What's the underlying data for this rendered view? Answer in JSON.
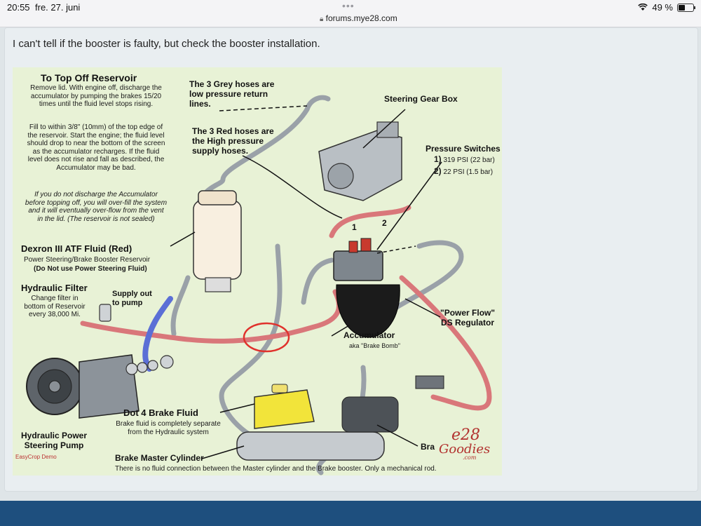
{
  "status_bar": {
    "time": "20:55",
    "date": "fre. 27. juni",
    "dots": "•••",
    "url": "forums.mye28.com",
    "battery_text": "49 %",
    "battery_level": 0.49
  },
  "post": {
    "text": "I can't tell if the booster is faulty, but check the booster installation."
  },
  "figure": {
    "reservoir_title": "To Top Off Reservoir",
    "reservoir_p1": [
      "Remove lid. With engine off, discharge the",
      "accumulator by pumping the brakes 15/20",
      "times until the fluid level stops rising."
    ],
    "reservoir_p2": [
      "Fill to within 3/8\" (10mm) of the top edge of",
      "the reservoir. Start the engine; the fluid level",
      "should drop to near the bottom of the screen",
      "as the accumulator recharges. If the fluid",
      "level does not rise and fall as described, the",
      "Accumulator may be bad."
    ],
    "reservoir_p3": [
      "If you do not discharge the Accumulator",
      "before topping off, you will over-fill the system",
      "and it will eventually over-flow from the vent",
      "in the lid. (The reservoir is not sealed)"
    ],
    "dexron_title": "Dexron III ATF Fluid (Red)",
    "dexron_sub1": "Power Steering/Brake Booster Reservoir",
    "dexron_sub2": "(Do Not use Power Steering Fluid)",
    "filter_title": "Hydraulic Filter",
    "filter_text": [
      "Change filter in",
      "bottom of Reservoir",
      "every 38,000 Mi."
    ],
    "supply_out": [
      "Supply out",
      "to pump"
    ],
    "grey_hoses": [
      "The 3 Grey hoses are",
      "low pressure return",
      "lines."
    ],
    "red_hoses": [
      "The 3 Red hoses are",
      "the High pressure",
      "supply hoses."
    ],
    "steering_gear": "Steering Gear Box",
    "pressure_switches": "Pressure Switches",
    "ps1_num": "1)",
    "ps1": "319 PSI (22 bar)",
    "ps2_num": "2)",
    "ps2": "22 PSI (1.5 bar)",
    "label_1": "1",
    "label_2": "2",
    "power_flow": [
      "\"Power Flow\"",
      "DS Regulator"
    ],
    "accumulator": "Accumulator",
    "accumulator_aka": "aka \"Brake Bomb\"",
    "dot4_title": "Dot 4 Brake Fluid",
    "dot4_text": [
      "Brake fluid is completely separate",
      "from the Hydraulic system"
    ],
    "pump_title": [
      "Hydraulic Power",
      "Steering Pump"
    ],
    "easycrop": "EasyCrop Demo",
    "master_title": "Brake Master Cylinder",
    "master_text": "There is no fluid connection between the Master cylinder and the Brake booster. Only a mechanical rod.",
    "booster_partial": "Bra",
    "logo_e28": "e28",
    "logo_goodies": "Goodies",
    "logo_com": ".com",
    "colors": {
      "background": "#e8f2d6",
      "red_hose": "#d9777a",
      "grey_hose": "#9aa1a8",
      "blue_hose": "#5b6fd6",
      "brake_fluid_yellow": "#f2e43a",
      "logo_red": "#b2322f"
    }
  }
}
